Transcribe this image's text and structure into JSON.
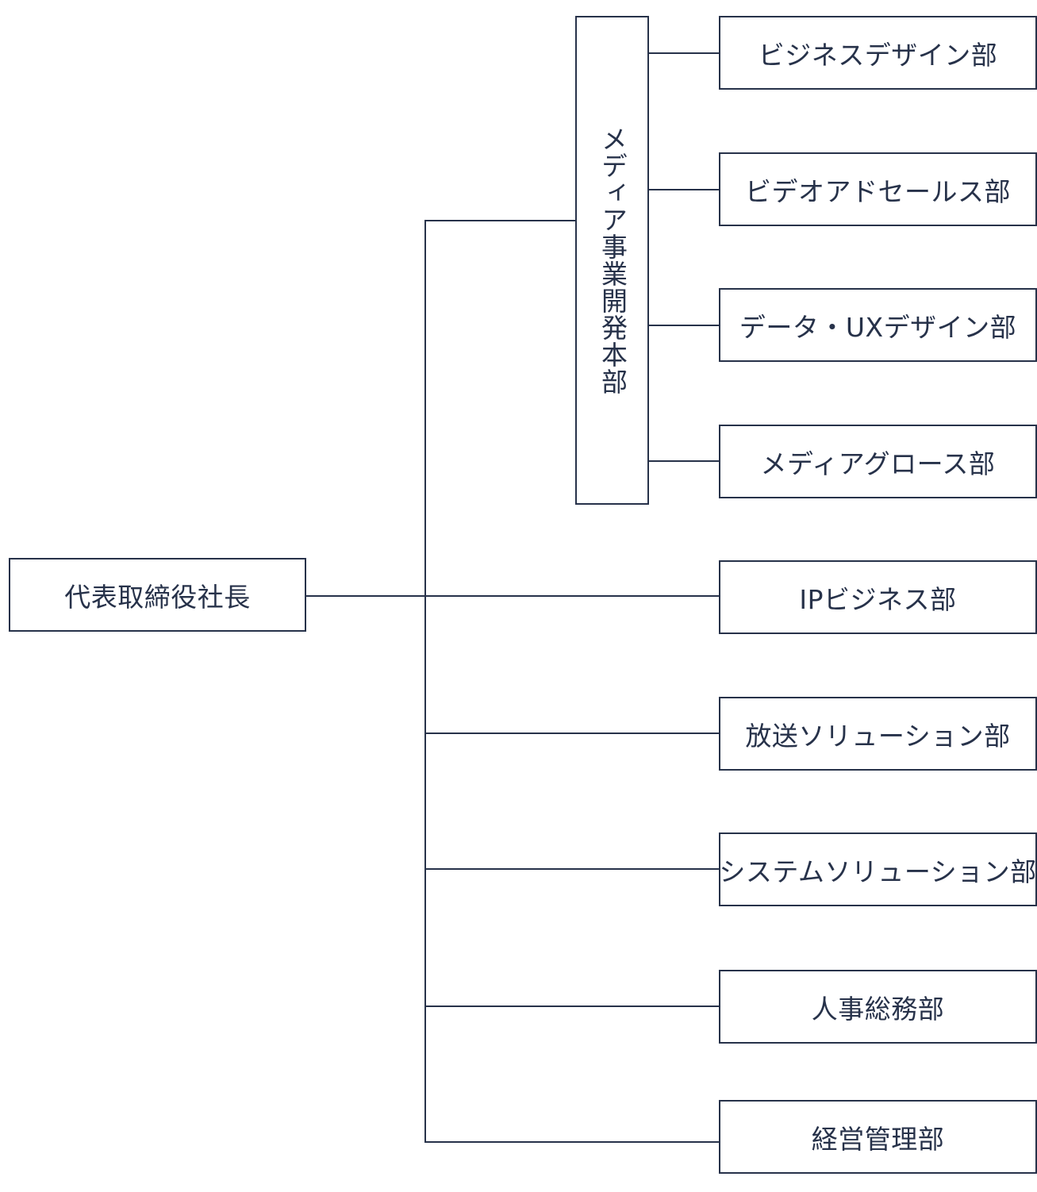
{
  "org_chart": {
    "root": {
      "label": "代表取締役社長"
    },
    "division": {
      "label": "メディア事業開発本部",
      "departments": [
        {
          "label": "ビジネスデザイン部"
        },
        {
          "label": "ビデオアドセールス部"
        },
        {
          "label": "データ・UXデザイン部"
        },
        {
          "label": "メディアグロース部"
        }
      ]
    },
    "departments": [
      {
        "label": "IPビジネス部"
      },
      {
        "label": "放送ソリューション部"
      },
      {
        "label": "システムソリューション部"
      },
      {
        "label": "人事総務部"
      },
      {
        "label": "経営管理部"
      }
    ]
  },
  "colors": {
    "line": "#27324a",
    "text": "#27324a",
    "box_fill": "#ffffff"
  }
}
